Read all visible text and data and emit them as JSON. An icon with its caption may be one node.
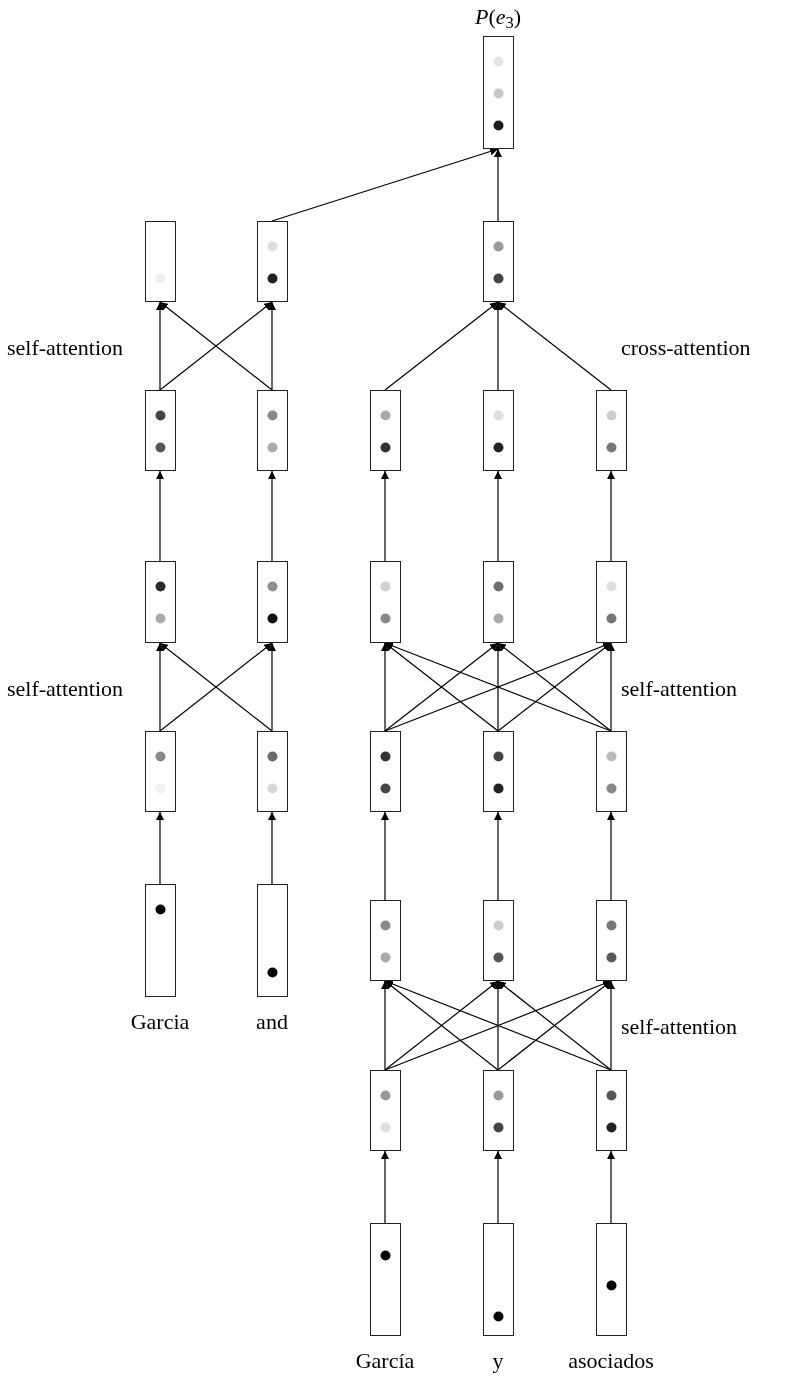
{
  "diagram": {
    "nodes": [
      {
        "text": [],
        "shape": "box",
        "beside": [
          "*P*(*e*$_{3}$)"
        ]
      },
      {
        "text": [],
        "shape": "box"
      },
      {
        "text": [],
        "shape": "box"
      },
      {
        "text": [],
        "shape": "box"
      },
      {
        "text": [],
        "shape": "box"
      },
      {
        "text": [],
        "shape": "box"
      },
      {
        "text": [],
        "shape": "box"
      },
      {
        "text": [],
        "shape": "box"
      },
      {
        "text": [],
        "shape": "box"
      },
      {
        "text": [],
        "shape": "box"
      },
      {
        "text": [],
        "shape": "box"
      },
      {
        "text": [],
        "shape": "box"
      },
      {
        "text": [],
        "shape": "box"
      },
      {
        "text": [],
        "shape": "box"
      },
      {
        "text": [],
        "shape": "box"
      },
      {
        "text": [],
        "shape": "box"
      },
      {
        "text": [],
        "shape": "box"
      },
      {
        "text": [],
        "shape": "box"
      },
      {
        "text": [],
        "shape": "box"
      },
      {
        "text": [],
        "shape": "box",
        "beside": [
          "Garcia"
        ]
      },
      {
        "text": [],
        "shape": "box",
        "beside": [
          "and"
        ]
      },
      {
        "text": [],
        "shape": "box"
      },
      {
        "text": [],
        "shape": "box"
      },
      {
        "text": [],
        "shape": "box"
      },
      {
        "text": [],
        "shape": "box"
      },
      {
        "text": [],
        "shape": "box"
      },
      {
        "text": [],
        "shape": "box"
      },
      {
        "text": [],
        "shape": "box",
        "beside": [
          "García"
        ]
      },
      {
        "text": [],
        "shape": "box",
        "beside": [
          "y"
        ]
      },
      {
        "text": [],
        "shape": "box",
        "beside": [
          "asociados"
        ]
      }
    ],
    "edges": [
      {
        "from": 2,
        "to": 0,
        "arrow": "to"
      },
      {
        "from": 3,
        "to": 0,
        "arrow": "to"
      },
      {
        "from": 4,
        "to": 1,
        "arrow": "to"
      },
      {
        "from": 4,
        "to": 2,
        "arrow": "to"
      },
      {
        "from": 5,
        "to": 1,
        "arrow": "to"
      },
      {
        "from": 5,
        "to": 2,
        "arrow": "to"
      },
      {
        "from": 6,
        "to": 3,
        "arrow": "to"
      },
      {
        "from": 7,
        "to": 3,
        "arrow": "to"
      },
      {
        "from": 8,
        "to": 3,
        "arrow": "to"
      },
      {
        "from": 9,
        "to": 4,
        "arrow": "to"
      },
      {
        "from": 10,
        "to": 5,
        "arrow": "to"
      },
      {
        "from": 11,
        "to": 6,
        "arrow": "to"
      },
      {
        "from": 12,
        "to": 7,
        "arrow": "to"
      },
      {
        "from": 13,
        "to": 8,
        "arrow": "to"
      },
      {
        "from": 14,
        "to": 9,
        "arrow": "to"
      },
      {
        "from": 14,
        "to": 10,
        "arrow": "to"
      },
      {
        "from": 15,
        "to": 9,
        "arrow": "to"
      },
      {
        "from": 15,
        "to": 10,
        "arrow": "to"
      },
      {
        "from": 16,
        "to": 11,
        "arrow": "to"
      },
      {
        "from": 16,
        "to": 12,
        "arrow": "to"
      },
      {
        "from": 16,
        "to": 13,
        "arrow": "to"
      },
      {
        "from": 17,
        "to": 11,
        "arrow": "to"
      },
      {
        "from": 17,
        "to": 12,
        "arrow": "to"
      },
      {
        "from": 17,
        "to": 13,
        "arrow": "to"
      },
      {
        "from": 18,
        "to": 11,
        "arrow": "to"
      },
      {
        "from": 18,
        "to": 12,
        "arrow": "to"
      },
      {
        "from": 18,
        "to": 13,
        "arrow": "to"
      },
      {
        "from": 19,
        "to": 14,
        "arrow": "to"
      },
      {
        "from": 20,
        "to": 15,
        "arrow": "to"
      },
      {
        "from": 21,
        "to": 16,
        "arrow": "to"
      },
      {
        "from": 22,
        "to": 17,
        "arrow": "to"
      },
      {
        "from": 23,
        "to": 18,
        "arrow": "to"
      },
      {
        "from": 24,
        "to": 21,
        "arrow": "to"
      },
      {
        "from": 24,
        "to": 22,
        "arrow": "to"
      },
      {
        "from": 24,
        "to": 23,
        "arrow": "to"
      },
      {
        "from": 25,
        "to": 21,
        "arrow": "to"
      },
      {
        "from": 25,
        "to": 22,
        "arrow": "to"
      },
      {
        "from": 25,
        "to": 23,
        "arrow": "to"
      },
      {
        "from": 26,
        "to": 21,
        "arrow": "to"
      },
      {
        "from": 26,
        "to": 22,
        "arrow": "to"
      },
      {
        "from": 26,
        "to": 23,
        "arrow": "to"
      },
      {
        "from": 27,
        "to": 24,
        "arrow": "to"
      },
      {
        "from": 28,
        "to": 25,
        "arrow": "to"
      },
      {
        "from": 29,
        "to": 26,
        "arrow": "to"
      }
    ],
    "labels": [
      "self-attention",
      "cross-attention",
      "self-attention",
      "self-attention",
      "self-attention"
    ]
  }
}
